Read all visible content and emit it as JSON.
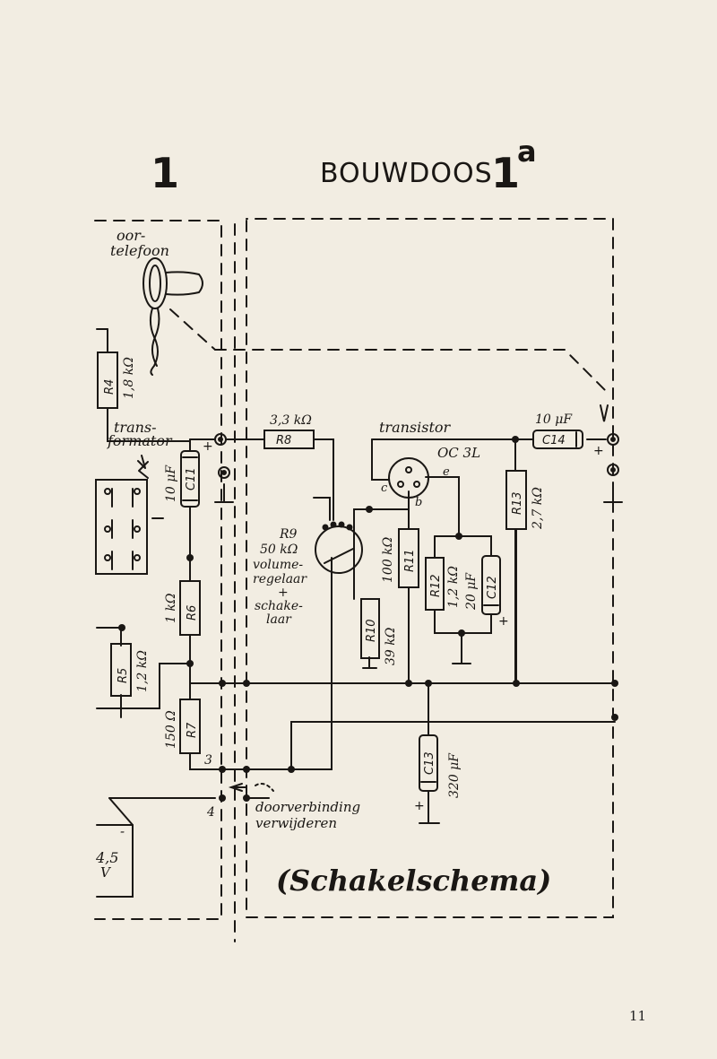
{
  "header": {
    "left_number": "1",
    "title": "BOUWDOOS",
    "title_number": "1",
    "title_superscript": "a"
  },
  "footer": {
    "page_number": "11"
  },
  "diagram": {
    "caption": "(Schakelschema)",
    "earphone": {
      "label_line1": "oor-",
      "label_line2": "telefoon"
    },
    "transformer": {
      "label_line1": "trans-",
      "label_line2": "formator"
    },
    "transistor": {
      "label": "transistor",
      "type": "OC 3L",
      "pin_c": "c",
      "pin_e": "e",
      "pin_b": "b"
    },
    "components": {
      "R4": {
        "name": "R4",
        "value": "1,8 kΩ"
      },
      "R5": {
        "name": "R5",
        "value": "1,2 kΩ"
      },
      "R6": {
        "name": "R6",
        "value": "1 kΩ"
      },
      "R7": {
        "name": "R7",
        "value": "150 Ω"
      },
      "R8": {
        "name": "R8",
        "value": "3,3 kΩ"
      },
      "R10": {
        "name": "R10",
        "value": "39 kΩ"
      },
      "R11": {
        "name": "R11",
        "value": "100 kΩ"
      },
      "R12": {
        "name": "R12",
        "value": "1,2 kΩ"
      },
      "R13": {
        "name": "R13",
        "value": "2,7 kΩ"
      },
      "C11": {
        "name": "C11",
        "value": "10 μF"
      },
      "C12": {
        "name": "C12",
        "value": "20 μF"
      },
      "C13": {
        "name": "C13",
        "value": "320 μF"
      },
      "C14": {
        "name": "C14",
        "value": "10 μF"
      }
    },
    "potentiometer": {
      "name": "R9",
      "value": "50 kΩ",
      "desc_1": "volume-",
      "desc_2": "regelaar",
      "desc_3": "+",
      "desc_4": "schake-",
      "desc_5": "laar"
    },
    "battery": {
      "value": "4,5",
      "unit": "V",
      "minus": "-"
    },
    "terminals": {
      "t3": "3",
      "t4": "4"
    },
    "note": {
      "line1": "doorverbinding",
      "line2": "verwijderen"
    },
    "plus_sign": "+"
  },
  "colors": {
    "paper": "#f2ede2",
    "ink": "#1a1714"
  }
}
